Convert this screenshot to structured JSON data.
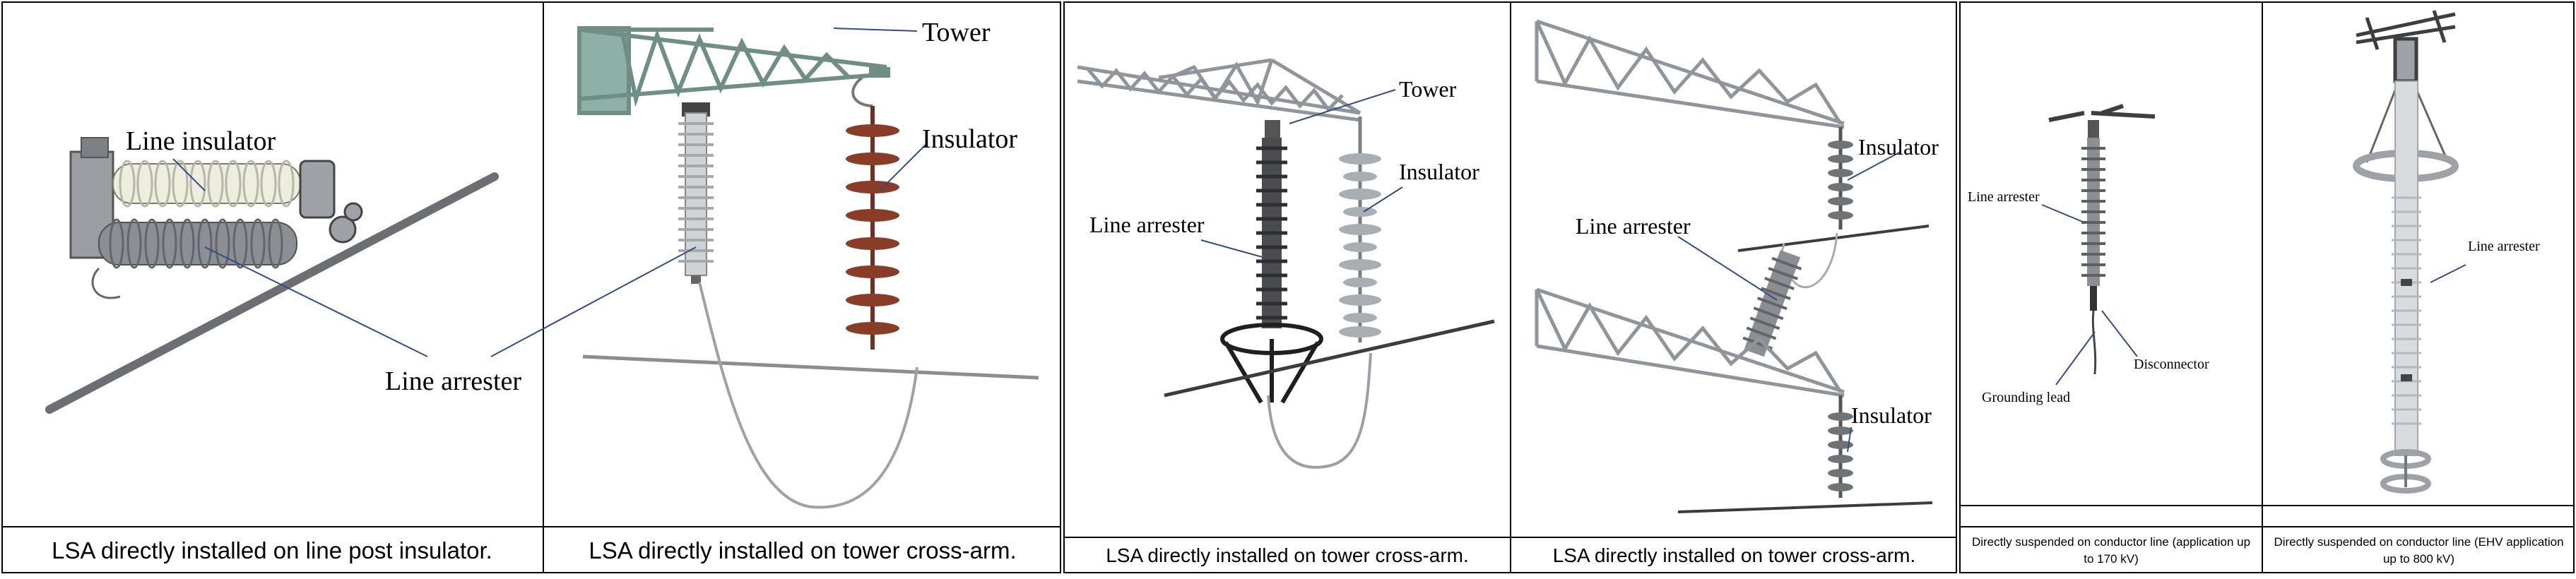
{
  "panels": [
    {
      "caption": "LSA directly installed on line post insulator.",
      "labels": {
        "line_insulator": "Line insulator",
        "line_arrester": "Line arrester"
      }
    },
    {
      "caption": "LSA directly installed on tower cross-arm.",
      "labels": {
        "tower": "Tower",
        "insulator": "Insulator"
      }
    },
    {
      "caption": "LSA directly installed on tower cross-arm.",
      "labels": {
        "tower": "Tower",
        "insulator": "Insulator",
        "line_arrester": "Line arrester"
      }
    },
    {
      "caption": "LSA directly installed on tower cross-arm.",
      "labels": {
        "insulator_top": "Insulator",
        "line_arrester": "Line arrester",
        "insulator_bottom": "Insulator"
      }
    },
    {
      "caption": "Directly suspended on conductor line (application up to 170 kV)",
      "labels": {
        "line_arrester": "Line arrester",
        "disconnector": "Disconnector",
        "grounding_lead": "Grounding lead"
      }
    },
    {
      "caption": "Directly suspended on conductor line (EHV application up to 800 kV)",
      "labels": {
        "line_arrester": "Line arrester"
      }
    }
  ],
  "colors": {
    "tower_green": "#8fb0a6",
    "tower_grey": "#a7acb0",
    "insulator_brown": "#8a3d26",
    "insulator_cream": "#eeeee0",
    "arrester_grey": "#8b8e93",
    "leader_blue": "#2f4f86"
  }
}
